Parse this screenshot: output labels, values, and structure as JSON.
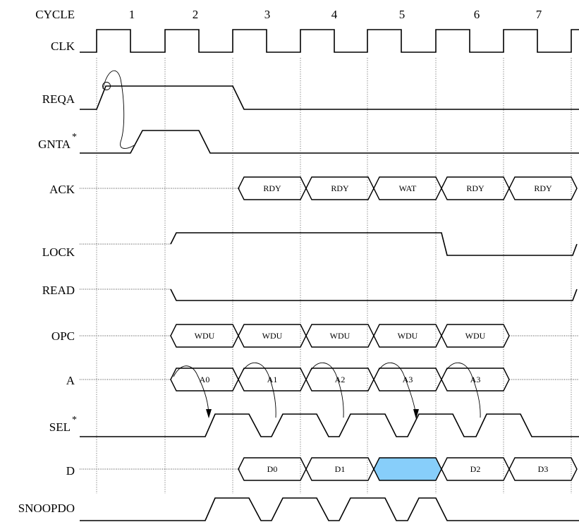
{
  "header": {
    "cycle_label": "CYCLE",
    "cycles": [
      "1",
      "2",
      "3",
      "4",
      "5",
      "6",
      "7"
    ]
  },
  "signals": [
    {
      "name": "CLK"
    },
    {
      "name": "REQA"
    },
    {
      "name": "GNTA",
      "sup": "*"
    },
    {
      "name": "ACK"
    },
    {
      "name": "LOCK"
    },
    {
      "name": "READ"
    },
    {
      "name": "OPC"
    },
    {
      "name": "A"
    },
    {
      "name": "SEL",
      "sup": "*"
    },
    {
      "name": "D"
    },
    {
      "name": "SNOOPDO"
    }
  ],
  "buses": {
    "ACK": [
      "RDY",
      "RDY",
      "WAT",
      "RDY",
      "RDY"
    ],
    "OPC": [
      "WDU",
      "WDU",
      "WDU",
      "WDU",
      "WDU"
    ],
    "A": [
      "A0",
      "A1",
      "A2",
      "A3",
      "A3"
    ],
    "D": [
      "D0",
      "D1",
      "",
      "D2",
      "D3"
    ]
  },
  "colors": {
    "highlight": "#87cefa",
    "line": "#000000"
  }
}
